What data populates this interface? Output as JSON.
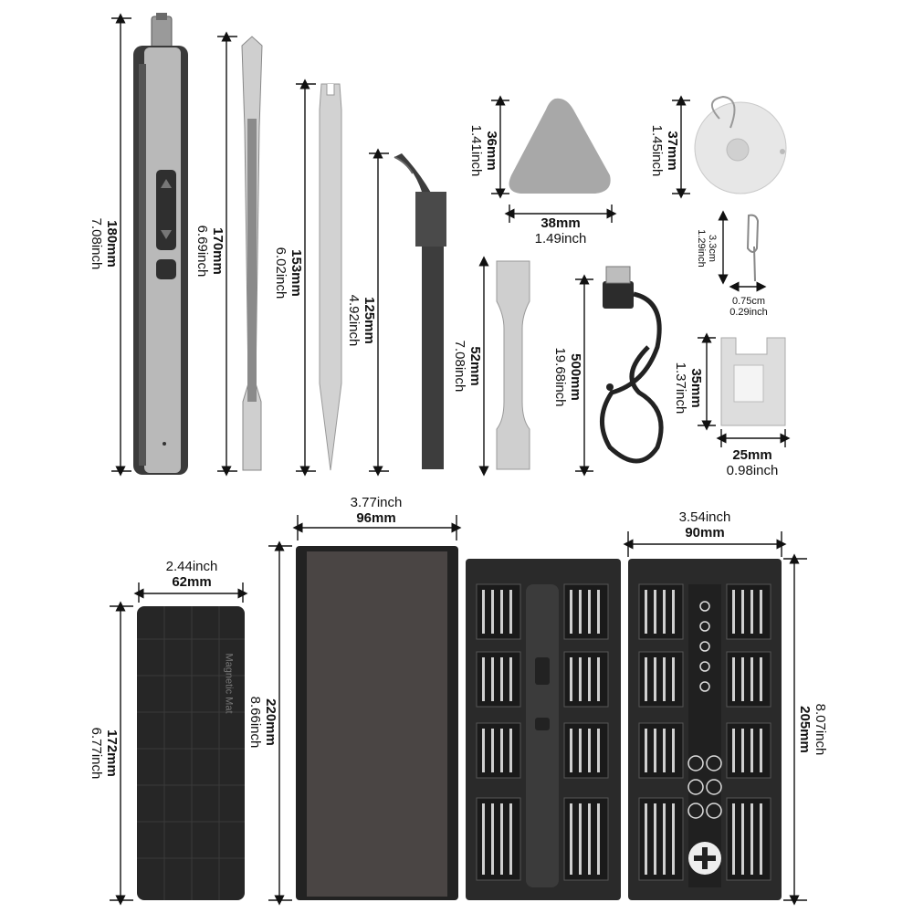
{
  "dims": {
    "driver": {
      "mm": "180mm",
      "inch": "7.08inch"
    },
    "spudger": {
      "mm": "170mm",
      "inch": "6.69inch"
    },
    "stick": {
      "mm": "153mm",
      "inch": "6.02inch"
    },
    "tweezers": {
      "mm": "125mm",
      "inch": "4.92inch"
    },
    "pick_h": {
      "mm": "36mm",
      "inch": "1.41inch"
    },
    "pick_w": {
      "mm": "38mm",
      "inch": "1.49inch"
    },
    "suction_h": {
      "mm": "37mm",
      "inch": "1.45inch"
    },
    "simpin_h": {
      "mm": "3.3cm",
      "inch": "1.29inch"
    },
    "simpin_w": {
      "mm": "0.75cm",
      "inch": "0.29inch"
    },
    "handle": {
      "mm": "52mm",
      "inch": "7.08inch"
    },
    "cable": {
      "mm": "500mm",
      "inch": "19.68inch"
    },
    "plate_h": {
      "mm": "35mm",
      "inch": "1.37inch"
    },
    "plate_w": {
      "mm": "25mm",
      "inch": "0.98inch"
    },
    "mat_w": {
      "mm": "62mm",
      "inch": "2.44inch"
    },
    "mat_h": {
      "mm": "172mm",
      "inch": "6.77inch"
    },
    "case_w": {
      "mm": "96mm",
      "inch": "3.77inch"
    },
    "case_h": {
      "mm": "220mm",
      "inch": "8.66inch"
    },
    "tray_w": {
      "mm": "90mm",
      "inch": "3.54inch"
    },
    "tray_h": {
      "mm": "205mm",
      "inch": "8.07inch"
    }
  },
  "mat_text": "Magnetic Mat",
  "icons": [
    "electric-screwdriver-icon",
    "spudger-icon",
    "pry-stick-icon",
    "tweezers-icon",
    "triangle-pick-icon",
    "suction-cup-icon",
    "sim-pin-icon",
    "extension-handle-icon",
    "usb-cable-icon",
    "mag-plate-icon",
    "magnetic-mat-icon",
    "case-lid-icon",
    "bit-tray-icon"
  ],
  "colors": {
    "dark": "#3a3a3a",
    "grey": "#b4b4b4",
    "light": "#dcdcdc",
    "case": "#4a4544"
  }
}
